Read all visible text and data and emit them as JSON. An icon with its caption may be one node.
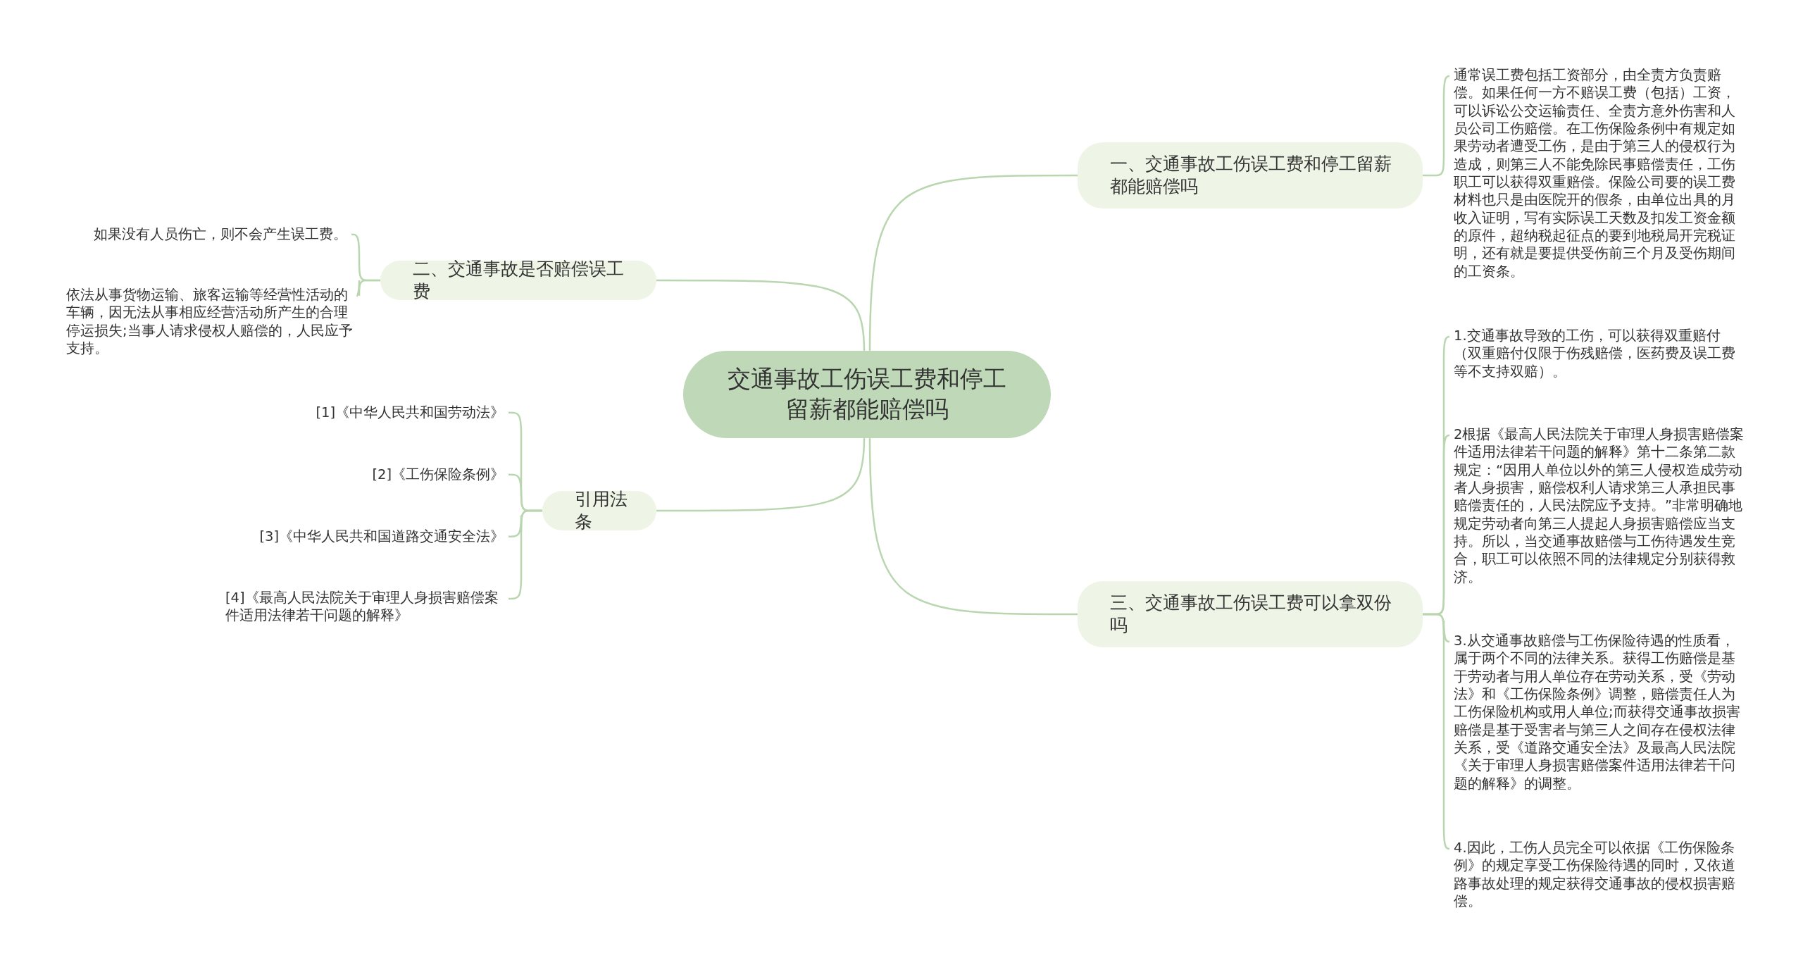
{
  "diagram": {
    "nodes": [
      {
        "text": [
          "交通事故工伤误工费和停工留薪都能赔偿吗"
        ]
      },
      {
        "text": [
          "一、交通事故工伤误工费和停工留薪都能赔偿吗"
        ]
      },
      {
        "text": [
          "通常误工费包括工资部分，由全责方负责赔偿。如果任何一方不赔误工费（包括）工资，可以诉讼公交运输责任、全责方意外伤害和人员公司工伤赔偿。在工伤保险条例中有规定如果劳动者遭受工伤，是由于第三人的侵权行为造成，则第三人不能免除民事赔偿责任，工伤职工可以获得双重赔偿。保险公司要的误工费材料也只是由医院开的假条，由单位出具的月收入证明，写有实际误工天数及扣发工资金额的原件，超纳税起征点的要到地税局开完税证明，还有就是要提供受伤前三个月及受伤期间的工资条。"
        ]
      },
      {
        "text": [
          "二、交通事故是否赔偿误工费"
        ]
      },
      {
        "text": [
          "如果没有人员伤亡，则不会产生误工费。"
        ]
      },
      {
        "text": [
          "依法从事货物运输、旅客运输等经营性活动的车辆，因无法从事相应经营活动所产生的合理停运损失;当事人请求侵权人赔偿的，人民应予支持。"
        ]
      },
      {
        "text": [
          "三、交通事故工伤误工费可以拿双份吗"
        ]
      },
      {
        "text": [
          "1.交通事故导致的工伤，可以获得双重赔付（双重赔付仅限于伤残赔偿，医药费及误工费等不支持双赔）。"
        ]
      },
      {
        "text": [
          "2根据《最高人民法院关于审理人身损害赔偿案件适用法律若干问题的解释》第十二条第二款规定：“因用人单位以外的第三人侵权造成劳动者人身损害，赔偿权利人请求第三人承担民事赔偿责任的，人民法院应予支持。”非常明确地规定劳动者向第三人提起人身损害赔偿应当支持。所以，当交通事故赔偿与工伤待遇发生竞合，职工可以依照不同的法律规定分别获得救济。"
        ]
      },
      {
        "text": [
          "3.从交通事故赔偿与工伤保险待遇的性质看，属于两个不同的法律关系。获得工伤赔偿是基于劳动者与用人单位存在劳动关系，受《劳动法》和《工伤保险条例》调整，赔偿责任人为工伤保险机构或用人单位;而获得交通事故损害赔偿是基于受害者与第三人之间存在侵权法律关系，受《道路交通安全法》及最高人民法院《关于审理人身损害赔偿案件适用法律若干问题的解释》的调整。"
        ]
      },
      {
        "text": [
          "4.因此，工伤人员完全可以依据《工伤保险条例》的规定享受工伤保险待遇的同时，又依道路事故处理的规定获得交通事故的侵权损害赔偿。"
        ]
      },
      {
        "text": [
          "引用法条"
        ]
      },
      {
        "text": [
          "[1]《中华人民共和国劳动法》"
        ]
      },
      {
        "text": [
          "[2]《工伤保险条例》"
        ]
      },
      {
        "text": [
          "[3]《中华人民共和国道路交通安全法》"
        ]
      },
      {
        "text": [
          "[4]《最高人民法院关于审理人身损害赔偿案件适用法律若干问题的解释》"
        ]
      }
    ],
    "edges": [
      {
        "from": 0,
        "to": 1,
        "arrow": "none"
      },
      {
        "from": 1,
        "to": 2,
        "arrow": "none"
      },
      {
        "from": 0,
        "to": 3,
        "arrow": "none"
      },
      {
        "from": 3,
        "to": 4,
        "arrow": "none"
      },
      {
        "from": 3,
        "to": 5,
        "arrow": "none"
      },
      {
        "from": 0,
        "to": 6,
        "arrow": "none"
      },
      {
        "from": 6,
        "to": 7,
        "arrow": "none"
      },
      {
        "from": 6,
        "to": 8,
        "arrow": "none"
      },
      {
        "from": 6,
        "to": 9,
        "arrow": "none"
      },
      {
        "from": 6,
        "to": 10,
        "arrow": "none"
      },
      {
        "from": 0,
        "to": 11,
        "arrow": "none"
      },
      {
        "from": 11,
        "to": 12,
        "arrow": "none"
      },
      {
        "from": 11,
        "to": 13,
        "arrow": "none"
      },
      {
        "from": 11,
        "to": 14,
        "arrow": "none"
      },
      {
        "from": 11,
        "to": 15,
        "arrow": "none"
      }
    ]
  }
}
